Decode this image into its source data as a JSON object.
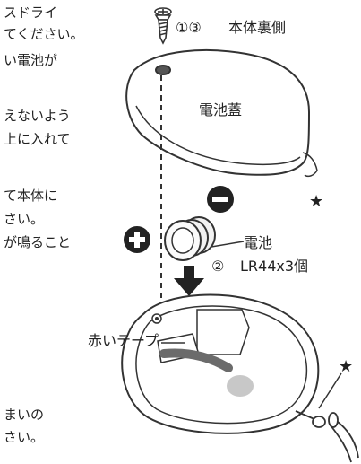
{
  "left_text": {
    "line1": "スドライ",
    "line2": "てください。",
    "line3": "い電池が",
    "line4": "えないよう",
    "line5": "上に入れて",
    "line6": "て本体に",
    "line7": "さい。",
    "line8": "が鳴ること",
    "line9": "まいの",
    "line10": "さい。"
  },
  "labels": {
    "screw_steps": "①③",
    "back_side": "本体裏側",
    "battery_cover": "電池蓋",
    "battery": "電池",
    "battery_step": "②",
    "battery_type": "LR44x3個",
    "red_tape": "赤いテープ",
    "minus": "−",
    "plus": "+",
    "star": "★"
  },
  "colors": {
    "line": "#333333",
    "tape": "#6b6b6b",
    "contact": "#c8c8c8",
    "symbol": "#222222"
  }
}
